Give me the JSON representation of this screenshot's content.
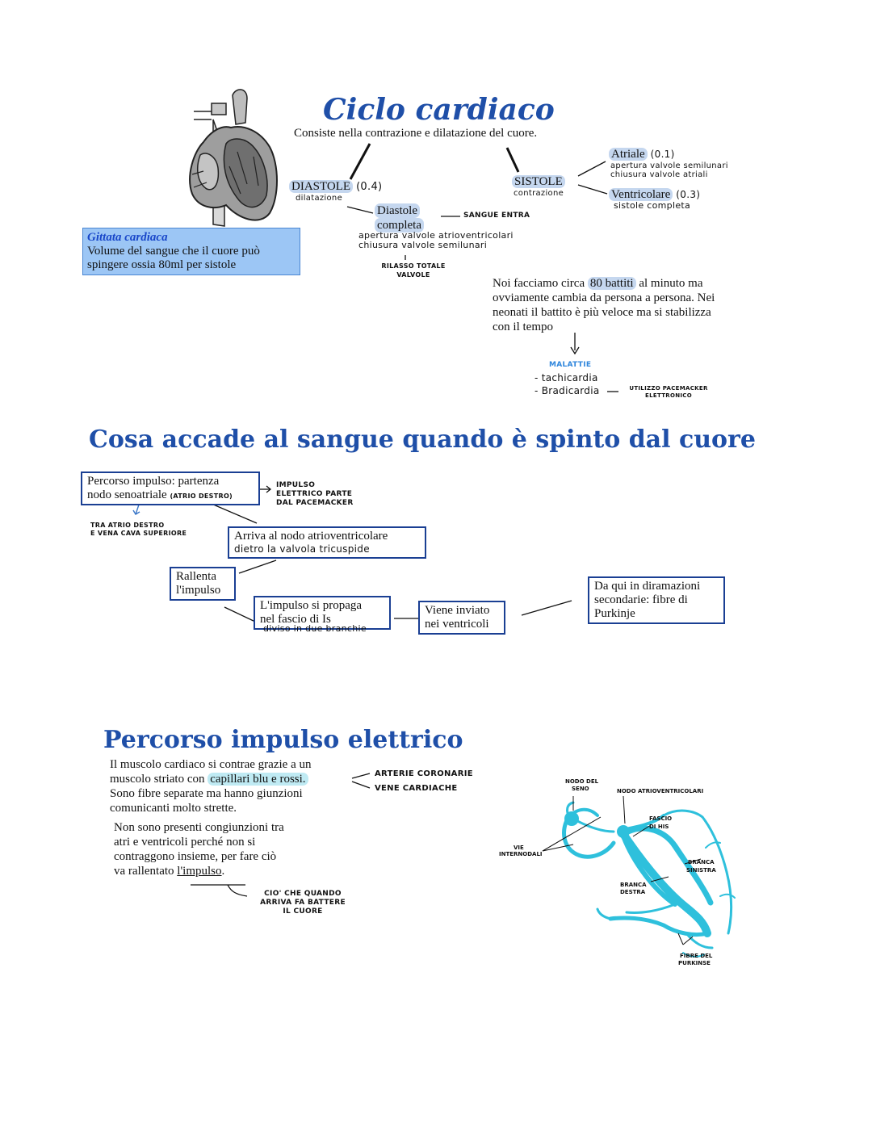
{
  "section1": {
    "title": "Ciclo cardiaco",
    "subtitle": "Consiste nella contrazione e dilatazione del cuore.",
    "diastole": {
      "label": "DIASTOLE",
      "value": "(0.4)",
      "sub": "dilatazione"
    },
    "diastole_completa": {
      "line1": "Diastole",
      "line2": "completa",
      "arrow_note": "SANGUE ENTRA",
      "note1": "apertura valvole atrioventricolari",
      "note2": "chiusura valvole semilunari",
      "note3": "RILASSO TOTALE",
      "note4": "VALVOLE"
    },
    "sistole": {
      "label": "SISTOLE",
      "sub": "contrazione"
    },
    "atriale": {
      "label": "Atriale",
      "value": "(0.1)",
      "note1": "apertura valvole semilunari",
      "note2": "chiusura valvole atriali"
    },
    "ventricolare": {
      "label": "Ventricolare",
      "value": "(0.3)",
      "note": "sistole completa"
    },
    "gittata": {
      "title": "Gittata cardiaca",
      "line1": "Volume del sangue che il cuore può",
      "line2": "spingere ossia 80ml per sistole"
    },
    "battiti": {
      "pre": "Noi facciamo circa ",
      "highlight": "80 battiti",
      "post": " al minuto ma",
      "line2": "ovviamente cambia da persona a persona. Nei",
      "line3": "neonati il battito è più veloce ma si stabilizza",
      "line4": "con il tempo"
    },
    "malattie": {
      "title": "MALATTIE",
      "item1": "- tachicardia",
      "item2": "- Bradicardia",
      "note1": "UTILIZZO PACEMACKER",
      "note2": "ELETTRONICO"
    }
  },
  "section2": {
    "title": "Cosa accade al sangue quando è spinto dal cuore",
    "box1": {
      "line1": "Percorso impulso: partenza",
      "line2": "nodo senoatriale",
      "small": "(ATRIO DESTRO)"
    },
    "impulso_note": {
      "line1": "IMPULSO",
      "line2": "ELETTRICO PARTE",
      "line3": "DAL PACEMACKER"
    },
    "tra_note": {
      "line1": "TRA ATRIO DESTRO",
      "line2": "E VENA CAVA SUPERIORE"
    },
    "box2": {
      "line1": "Arriva al nodo atrioventricolare",
      "line2": "dietro la valvola tricuspide"
    },
    "box3": {
      "line1": "Rallenta",
      "line2": "l'impulso"
    },
    "box4": {
      "line1": "L'impulso si propaga",
      "line2": "nel fascio di Is",
      "note": "diviso in due branchie"
    },
    "box5": {
      "line1": "Viene inviato",
      "line2": "nei ventricoli"
    },
    "box6": {
      "line1": "Da qui in diramazioni",
      "line2": "secondarie: fibre di",
      "line3": "Purkinje"
    }
  },
  "section3": {
    "title": "Percorso impulso elettrico",
    "p1": {
      "line1": "Il muscolo cardiaco si contrae grazie a un",
      "line2_pre": "muscolo striato con ",
      "line2_hl": "capillari blu e rossi.",
      "line3": "Sono fibre separate ma hanno giunzioni",
      "line4": "comunicanti molto strette."
    },
    "arterie": {
      "line1": "ARTERIE CORONARIE",
      "line2": "VENE CARDIACHE"
    },
    "p2": {
      "line1": "Non sono presenti congiunzioni tra",
      "line2": "atri e ventricoli perché non si",
      "line3": "contraggono insieme, per fare ciò",
      "line4_pre": "va rallentato ",
      "line4_u": "l'impulso",
      "line4_post": "."
    },
    "cio_note": {
      "line1": "CIO' CHE QUANDO",
      "line2": "ARRIVA FA BATTERE",
      "line3": "IL CUORE"
    },
    "diagram": {
      "nodo_seno": "NODO DEL SENO",
      "nodo_av": "NODO ATRIOVENTRICOLARI",
      "fascio": "FASCIO DI HIS",
      "vie": "VIE INTERNODALI",
      "branca_sx": "BRANCA SINISTRA",
      "branca_dx": "BRANCA DESTRA",
      "fibre": "FIBRE DEL PURKINSE"
    }
  }
}
